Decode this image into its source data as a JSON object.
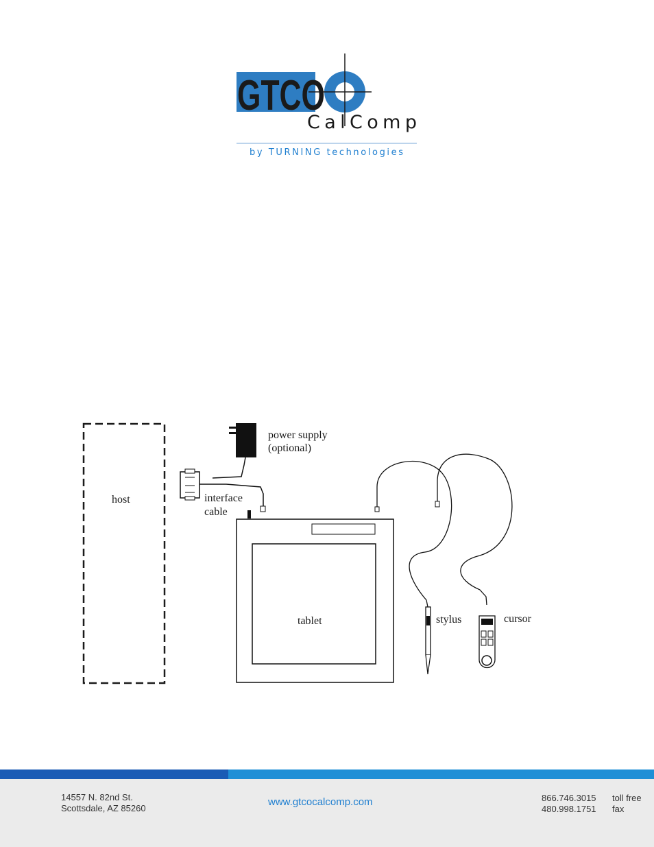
{
  "logo": {
    "mark": "GTCO",
    "wordmark": "CalComp",
    "tagline": "by TURNING technologies",
    "colors": {
      "blue": "#2e7dc2",
      "dark": "#1a1a1a",
      "tagline": "#1f7fd0"
    }
  },
  "diagram": {
    "labels": {
      "host": "host",
      "power_supply_line1": "power supply",
      "power_supply_line2": "(optional)",
      "interface_line1": "interface",
      "interface_line2": "cable",
      "tablet": "tablet",
      "stylus": "stylus",
      "cursor": "cursor"
    }
  },
  "footer": {
    "address_line1": "14557 N. 82nd St.",
    "address_line2": "Scottsdale, AZ 85260",
    "website": "www.gtcocalcomp.com",
    "phone_tollfree": "866.746.3015",
    "phone_tollfree_label": "toll free",
    "phone_fax": "480.998.1751",
    "phone_fax_label": "fax",
    "colors": {
      "bar_dark": "#1a5bb5",
      "bar_light": "#1f8fd6",
      "band": "#ebebeb"
    }
  }
}
